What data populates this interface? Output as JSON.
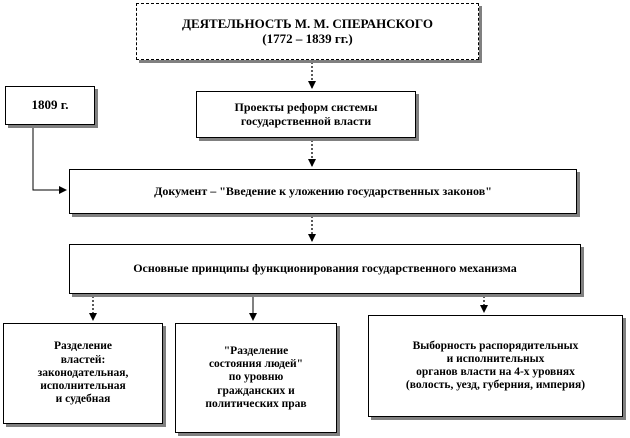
{
  "title_box": {
    "line1": "ДЕЯТЕЛЬНОСТЬ   М. М. СПЕРАНСКОГО",
    "line2": "(1772 – 1839 гг.)"
  },
  "year_box": {
    "label": "1809 г."
  },
  "projects_box": {
    "line1": "Проекты реформ системы",
    "line2": "государственной власти"
  },
  "document_box": {
    "label": "Документ – \"Введение к уложению государственных законов\""
  },
  "principles_box": {
    "label": "Основные принципы функционирования государственного механизма"
  },
  "principles": [
    {
      "lines": [
        "Разделение",
        "властей:",
        "законодательная,",
        "исполнительная",
        "и судебная"
      ]
    },
    {
      "lines": [
        "\"Разделение",
        "состояния людей\"",
        "по уровню",
        "гражданских и",
        "политических прав"
      ]
    },
    {
      "lines": [
        "Выборность распорядительных",
        "и исполнительных",
        "органов власти на 4-х уровнях",
        "(волость, уезд, губерния, империя)"
      ]
    }
  ],
  "colors": {
    "border": "#000000",
    "shadow": "#808080",
    "background": "#ffffff"
  }
}
